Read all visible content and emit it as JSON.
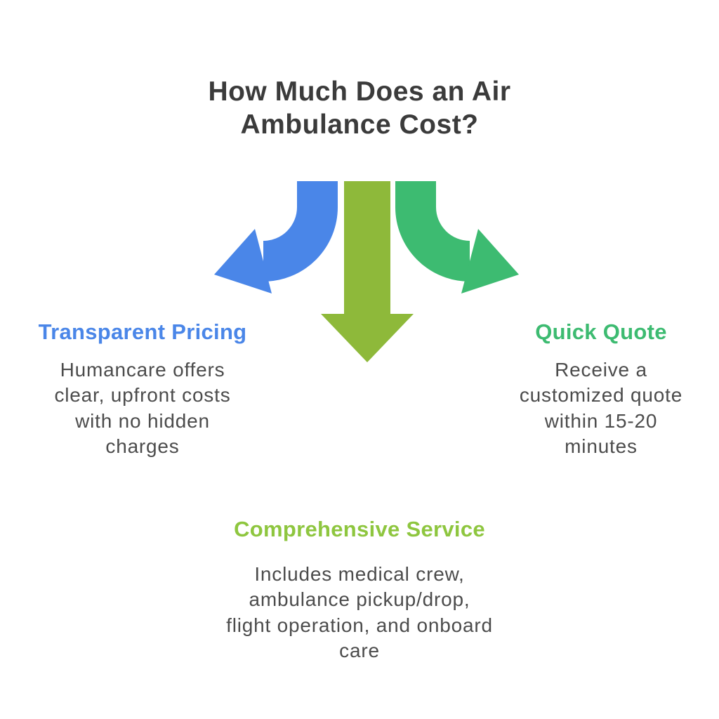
{
  "page": {
    "background_color": "#ffffff"
  },
  "title": {
    "text": "How Much Does an Air\nAmbulance Cost?",
    "color": "#3b3b3b"
  },
  "diagram": {
    "arrows": [
      {
        "name": "left-curved-arrow",
        "direction": "down-left",
        "color": "#4a86e8"
      },
      {
        "name": "center-down-arrow",
        "direction": "down",
        "color": "#8eb93a"
      },
      {
        "name": "right-curved-arrow",
        "direction": "down-right",
        "color": "#3dbb71"
      }
    ]
  },
  "sections": {
    "left": {
      "heading": "Transparent Pricing",
      "heading_color": "#4a86e8",
      "body": "Humancare offers\nclear, upfront costs\nwith no hidden\ncharges"
    },
    "right": {
      "heading": "Quick Quote",
      "heading_color": "#3dbb71",
      "body": "Receive a\ncustomized quote\nwithin 15-20\nminutes"
    },
    "bottom": {
      "heading": "Comprehensive Service",
      "heading_color": "#8ec63f",
      "body": "Includes medical crew,\nambulance pickup/drop,\nflight operation, and onboard\ncare"
    }
  }
}
